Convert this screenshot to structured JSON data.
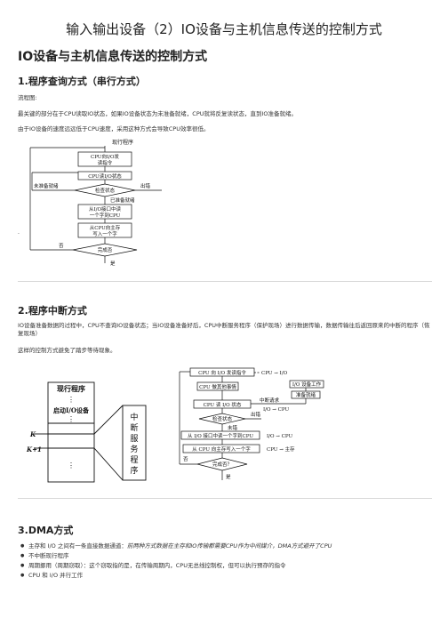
{
  "page_title": "输入输出设备（2）IO设备与主机信息传送的控制方式",
  "heading": "IO设备与主机信息传送的控制方式",
  "section1": {
    "title": "1.程序查询方式（串行方式）",
    "p1": "流程图:",
    "p2": "最关键的部分在于CPU读取IO状态，如果IO设备状态为未准备就绪，CPU就将反复读状态，直到IO准备就绪。",
    "p3": "由于IO设备的速度远远低于CPU速度，采用这种方式会导致CPU效率很低。",
    "flow": {
      "start": "现行程序",
      "b1_l1": "CPU向I/O发",
      "b1_l2": "读指令",
      "b2": "CPU读I/O状态",
      "check": "检查状态",
      "left": "未准备就绪",
      "right": "出错",
      "ready": "已准备就绪",
      "b3_l1": "从I/O接口中读",
      "b3_l2": "一个字到CPU",
      "b4_l1": "从CPU向主存",
      "b4_l2": "写入一个字",
      "done": "完成否",
      "no": "否",
      "yes": "是"
    }
  },
  "section2": {
    "title": "2.程序中断方式",
    "p1": "IO设备准备数据的过程中，CPU不查询IO设备状态；当IO设备准备好后，CPU中断服务程序（保护现场）进行数据传输，数据传输往后返回原来的中断的程序（恢复现场）",
    "p2": "这样的控制方式避免了踏步等待现象。",
    "left_diagram": {
      "current": "现行程序",
      "dots1": "⋮",
      "start_io": "启动I/O设备",
      "dots2": "⋮",
      "dots3": "⋮",
      "k": "K",
      "k1": "K+1",
      "isr": [
        "中",
        "断",
        "服",
        "务",
        "程",
        "序"
      ]
    },
    "right_diagram": {
      "b1": "CPU 向 I/O 发读指令",
      "a1": "CPU → I/O",
      "b2": "CPU 做其他事情",
      "io_work": "I/O 设备工作",
      "ready": "准备就绪",
      "irq": "中断请求",
      "b3": "CPU 读 I/O 状态",
      "a2": "I/O → CPU",
      "check": "检查状态",
      "err": "出错",
      "notready": "未错",
      "b4": "从 I/O 接口中读一个字到CPU",
      "a3": "I/O → CPU",
      "b5": "从 CPU 向主存写入一个字",
      "a4": "CPU → 主存",
      "done": "完成否？",
      "no": "否",
      "yes": "是"
    }
  },
  "section3": {
    "title": "3.DMA方式",
    "b1_pre": "主存和 I/O 之间有一条直接数据通道：",
    "b1_em": "前两种方式数据在主存和IO传输都需要CPU作为中间媒介，DMA方式避开了CPU",
    "b2": "不中断现行程序",
    "b3": "周期挪用（周期窃取）：这个窃取指的是，在传输周期内，CPU无总线控制权，但可以执行预存的指令",
    "b4": "CPU 和 I/O 并行工作"
  },
  "stray_dot": "."
}
